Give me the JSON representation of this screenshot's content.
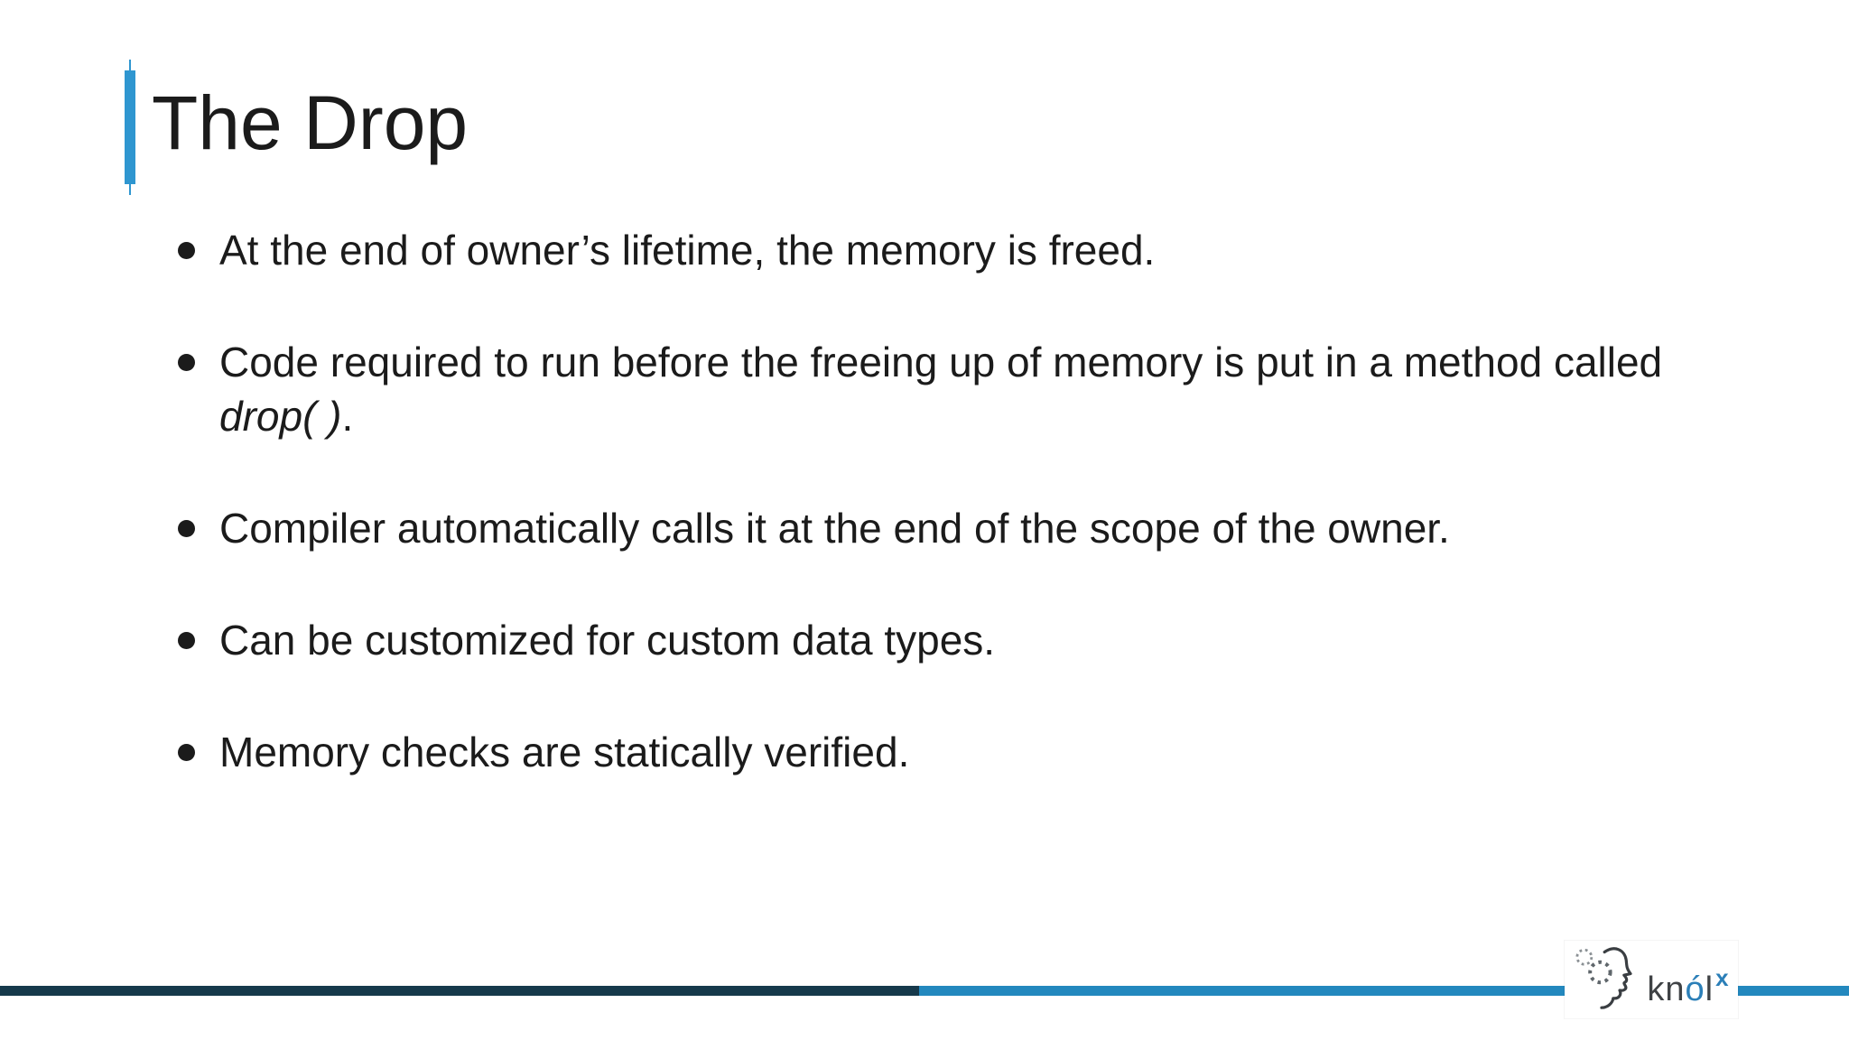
{
  "slide": {
    "title": "The Drop",
    "bullets": [
      {
        "segments": [
          {
            "text": "At the end of owner’s lifetime, the memory is freed.",
            "style": "normal"
          }
        ]
      },
      {
        "segments": [
          {
            "text": "Code required to run before the freeing up of memory is put in a method called ",
            "style": "normal"
          },
          {
            "text": "drop( )",
            "style": "italic"
          },
          {
            "text": ".",
            "style": "normal"
          }
        ]
      },
      {
        "segments": [
          {
            "text": "Compiler automatically calls it at the end of the scope of the owner.",
            "style": "normal"
          }
        ]
      },
      {
        "segments": [
          {
            "text": "Can be customized for custom data types.",
            "style": "normal"
          }
        ]
      },
      {
        "segments": [
          {
            "text": "Memory checks are statically verified.",
            "style": "normal"
          }
        ]
      }
    ]
  },
  "footer": {
    "logo": {
      "text_prefix": "kn",
      "text_accent": "ó",
      "text_suffix": "l",
      "superscript": "x"
    }
  },
  "colors": {
    "accent_blue": "#2F96D0",
    "footer_dark": "#16394B",
    "footer_light_blue": "#2388BE",
    "text": "#1B1B1B",
    "logo_gray": "#3F4245",
    "logo_blue": "#2B7FB8"
  }
}
